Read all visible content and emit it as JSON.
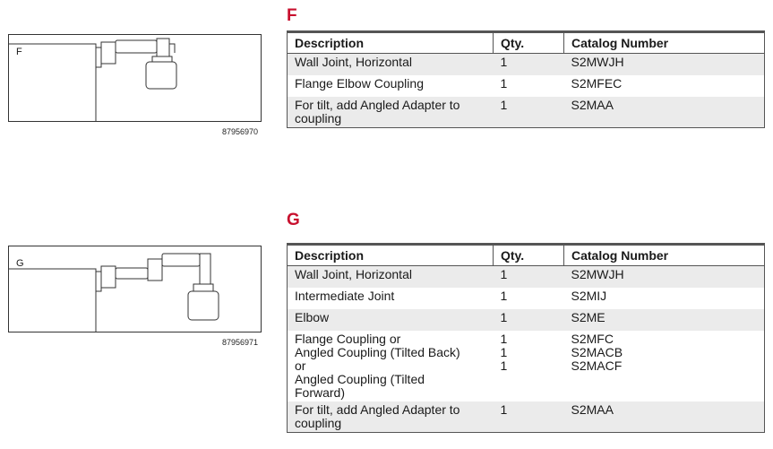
{
  "sections": [
    {
      "letter": "F",
      "figure_label": "F",
      "figure_number": "87956970",
      "headers": [
        "Description",
        "Qty.",
        "Catalog Number"
      ],
      "rows": [
        {
          "description": "Wall Joint, Horizontal",
          "qty": "1",
          "catalog": "S2MWJH"
        },
        {
          "description": "Flange Elbow Coupling",
          "qty": "1",
          "catalog": "S2MFEC"
        },
        {
          "description": "For tilt, add Angled Adapter to\ncoupling",
          "qty": "1",
          "catalog": "S2MAA"
        }
      ]
    },
    {
      "letter": "G",
      "figure_label": "G",
      "figure_number": "87956971",
      "headers": [
        "Description",
        "Qty.",
        "Catalog Number"
      ],
      "rows": [
        {
          "description": "Wall Joint, Horizontal",
          "qty": "1",
          "catalog": "S2MWJH"
        },
        {
          "description": "Intermediate Joint",
          "qty": "1",
          "catalog": "S2MIJ"
        },
        {
          "description": "Elbow",
          "qty": "1",
          "catalog": "S2ME"
        },
        {
          "description": "Flange Coupling or\nAngled Coupling (Tilted Back)\nor\nAngled Coupling (Tilted\nForward)",
          "qty": "1\n1\n1",
          "catalog": "S2MFC\nS2MACB\nS2MACF"
        },
        {
          "description": "For tilt, add Angled Adapter to\ncoupling",
          "qty": "1",
          "catalog": "S2MAA"
        }
      ]
    }
  ]
}
